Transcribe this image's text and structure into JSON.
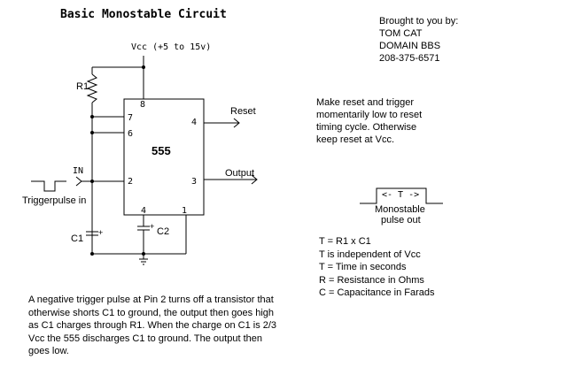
{
  "title": "Basic Monostable Circuit",
  "credits": [
    "Brought to you by:",
    "TOM CAT",
    "DOMAIN BBS",
    "208-375-6571"
  ],
  "note": [
    "Make reset and trigger",
    "momentarily low to reset",
    "timing cycle. Otherwise",
    "keep reset at Vcc."
  ],
  "schematic": {
    "vcc_label": "Vcc (+5 to 15v)",
    "chip_label": "555",
    "pins": [
      "8",
      "7",
      "6",
      "2",
      "4",
      "1",
      "4",
      "3"
    ],
    "r1_label": "R1",
    "c1_label": "C1",
    "c2_label": "C2",
    "plus_sign": "+",
    "in_label": "IN",
    "trigger_label": "Triggerpulse in",
    "reset_label": "Reset",
    "output_label": "Output"
  },
  "pulse": {
    "inner_label": "<- T ->",
    "caption": [
      "Monostable",
      "pulse out"
    ]
  },
  "formulas": [
    "T = R1 x C1",
    "T is independent of Vcc",
    "T = Time in seconds",
    "R = Resistance in Ohms",
    "C = Capacitance in Farads"
  ],
  "description": [
    "A negative trigger pulse at Pin 2 turns off a transistor that",
    "otherwise shorts C1 to ground, the output then goes high",
    "as C1 charges through R1. When the charge on C1 is 2/3",
    "Vcc the 555 discharges C1 to ground. The output then",
    "goes low."
  ]
}
